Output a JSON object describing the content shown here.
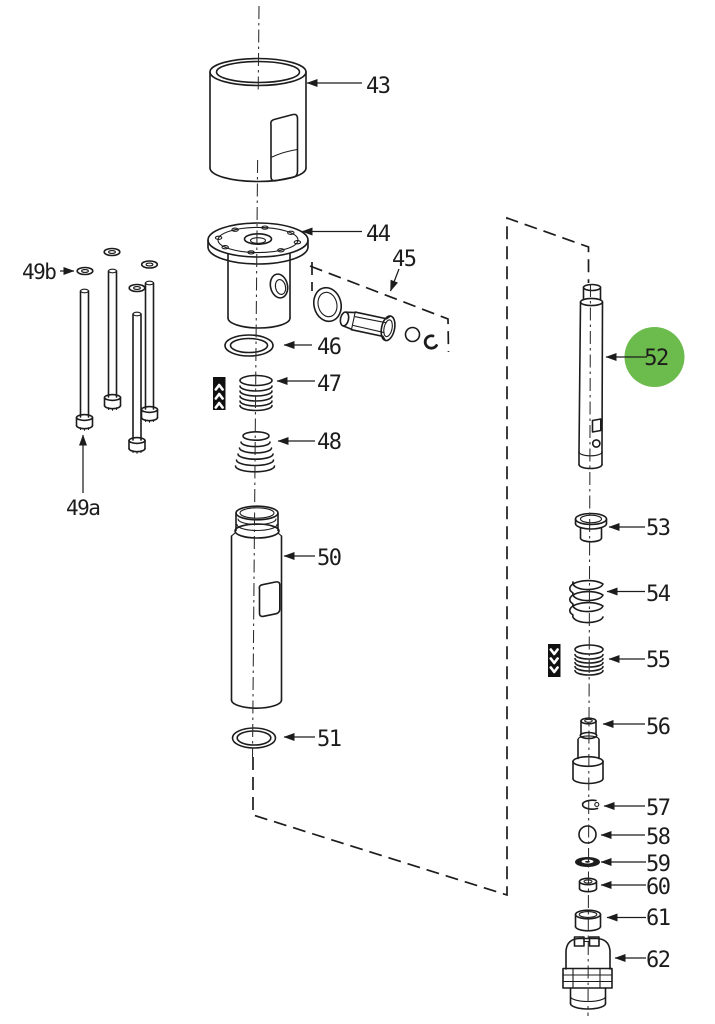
{
  "diagram": {
    "kind": "exploded-parts-diagram",
    "highlighted_part": "52",
    "colors": {
      "ink": "#1c1c1c",
      "highlight_circle": "#6cbb4d",
      "green_label_text": "#2e5e2b",
      "green_leader_line": "#5d8a41"
    },
    "markers": {
      "part47_marker_icon": "chevrons-up",
      "part55_marker_icon": "chevrons-down"
    },
    "callouts": {
      "p43": "43",
      "p44": "44",
      "p45": "45",
      "p46": "46",
      "p47": "47",
      "p48": "48",
      "p49a": "49a",
      "p49b": "49b",
      "p50": "50",
      "p51": "51",
      "p52": "52",
      "p53": "53",
      "p54": "54",
      "p55": "55",
      "p56": "56",
      "p57": "57",
      "p58": "58",
      "p59": "59",
      "p60": "60",
      "p61": "61",
      "p62": "62"
    }
  }
}
